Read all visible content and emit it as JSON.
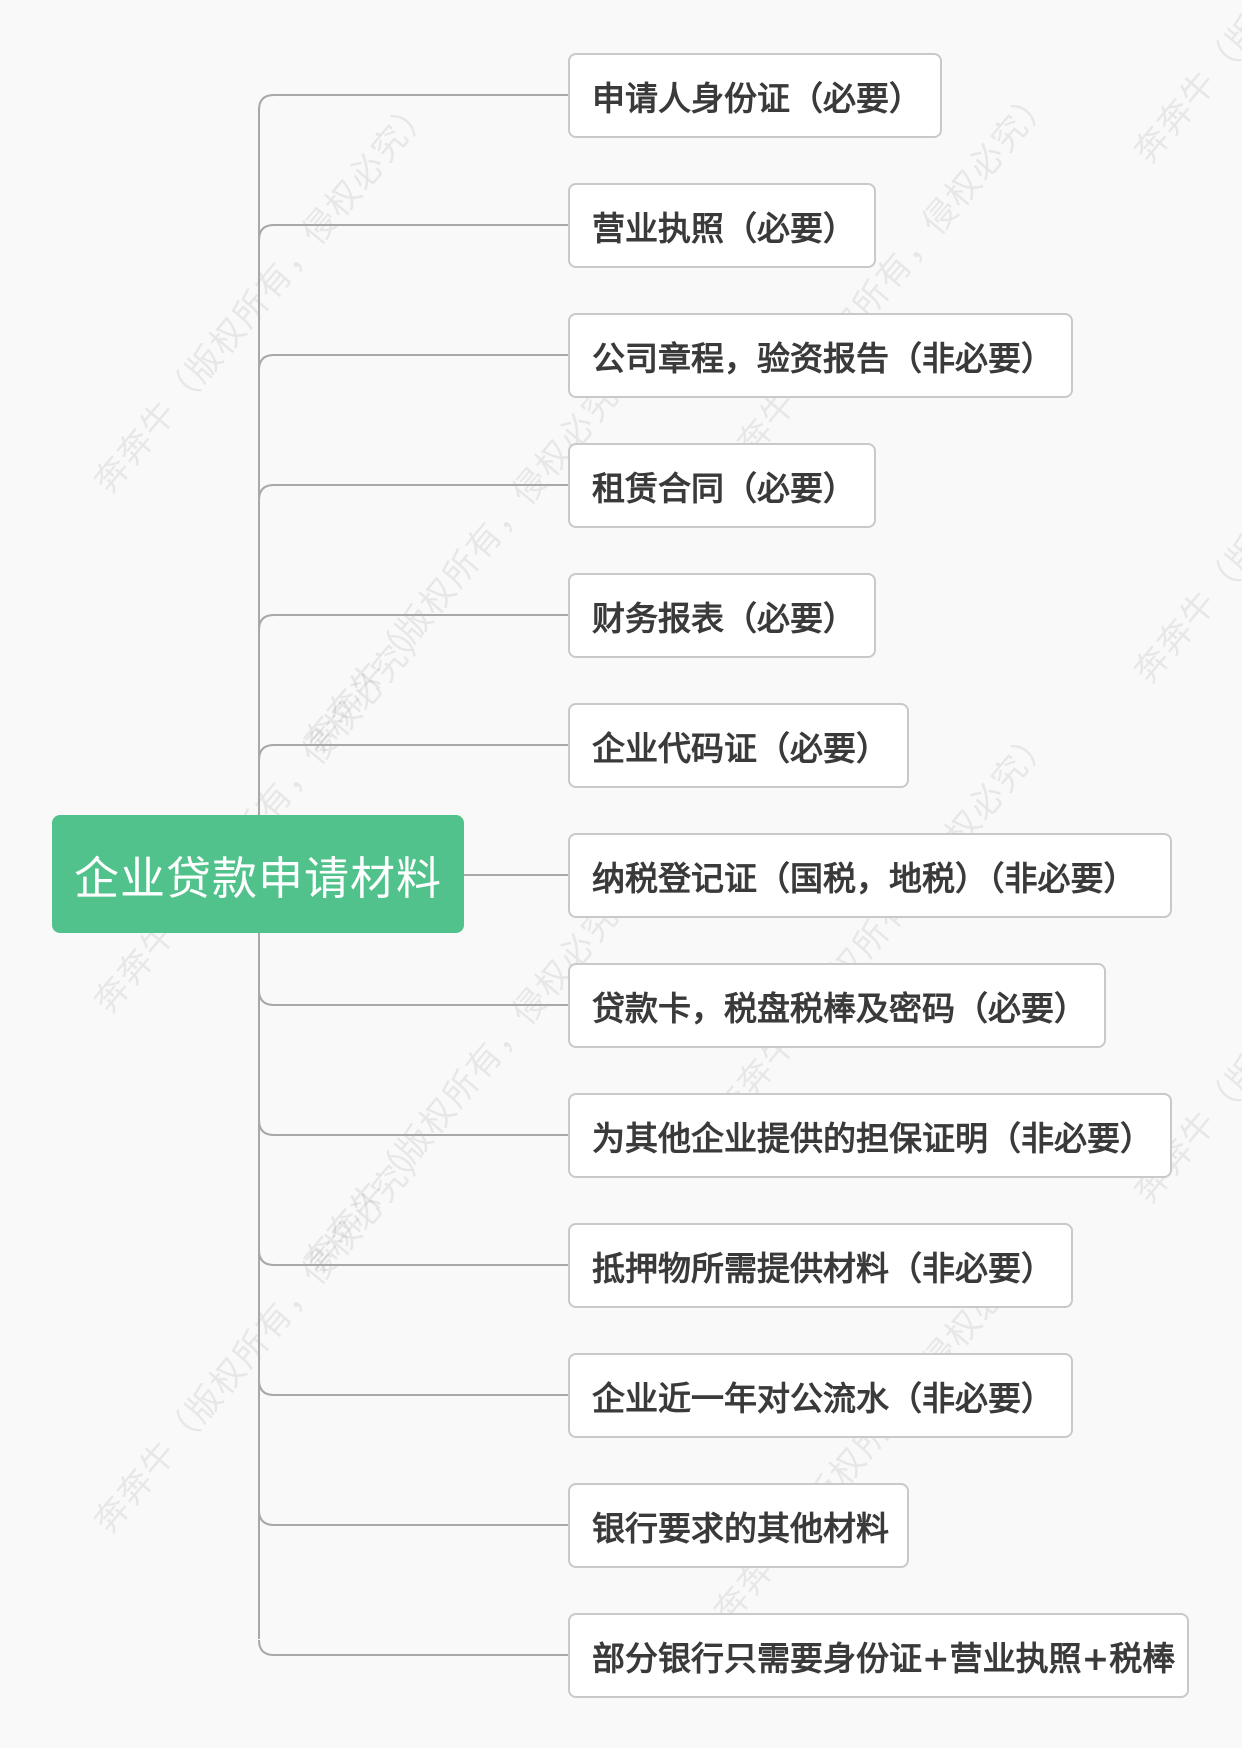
{
  "watermark": "奔奔牛（版权所有，侵权必究）",
  "colors": {
    "background": "#f9f9f9",
    "root_fill": "#52c28c",
    "root_text": "#ffffff",
    "node_fill": "#ffffff",
    "node_border": "#c9c9c9",
    "node_text": "#3a3a3a",
    "connector": "#a8a8a8"
  },
  "root": {
    "label": "企业贷款申请材料"
  },
  "nodes": [
    {
      "label": "申请人身份证（必要）"
    },
    {
      "label": "营业执照（必要）"
    },
    {
      "label": "公司章程，验资报告（非必要）"
    },
    {
      "label": "租赁合同（必要）"
    },
    {
      "label": "财务报表（必要）"
    },
    {
      "label": "企业代码证（必要）"
    },
    {
      "label": "纳税登记证（国税，地税）（非必要）"
    },
    {
      "label": "贷款卡，税盘税棒及密码（必要）"
    },
    {
      "label": "为其他企业提供的担保证明（非必要）"
    },
    {
      "label": "抵押物所需提供材料（非必要）"
    },
    {
      "label": "企业近一年对公流水（非必要）"
    },
    {
      "label": "银行要求的其他材料"
    },
    {
      "label": "部分银行只需要身份证+营业执照+税棒"
    }
  ]
}
